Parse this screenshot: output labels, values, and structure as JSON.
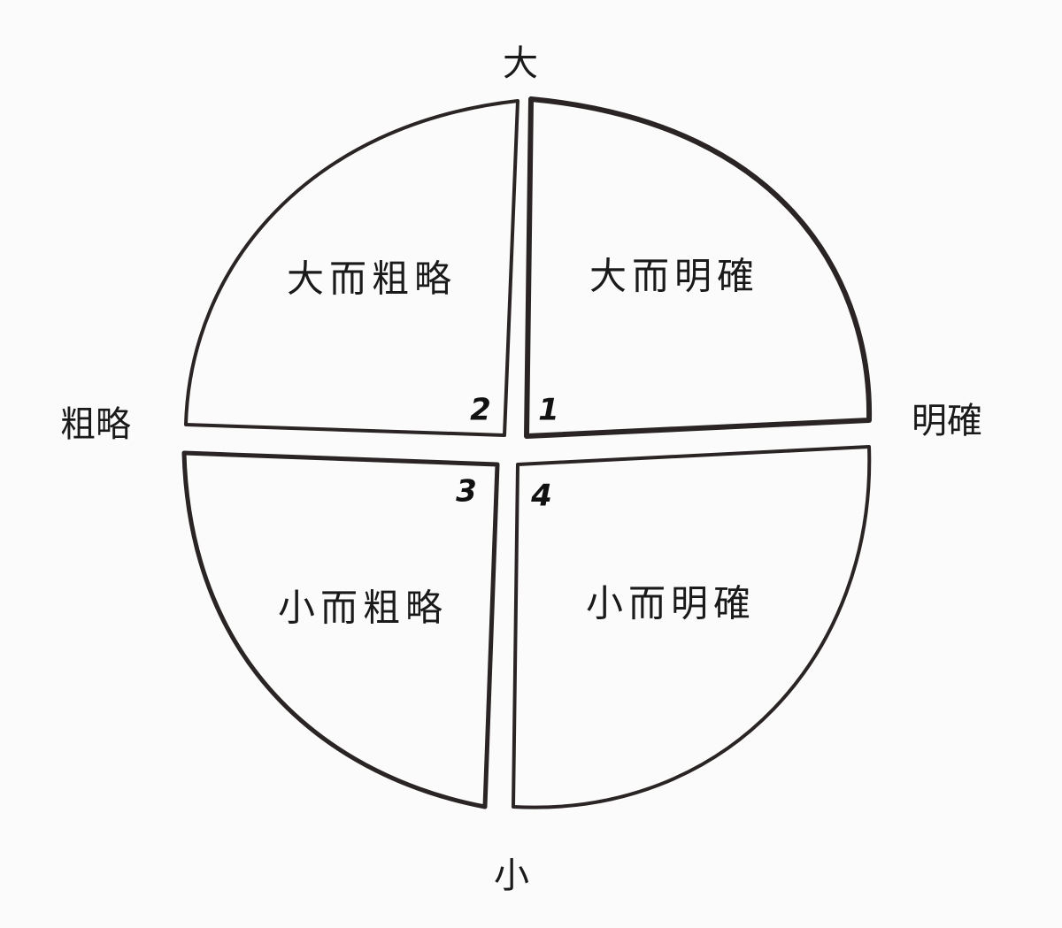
{
  "axes": {
    "top": "大",
    "bottom": "小",
    "left": "粗略",
    "right": "明確"
  },
  "quadrants": [
    {
      "number": "1",
      "label": "大而明確",
      "emphasized": true
    },
    {
      "number": "2",
      "label": "大而粗略",
      "emphasized": false
    },
    {
      "number": "3",
      "label": "小而粗略",
      "emphasized": false
    },
    {
      "number": "4",
      "label": "小而明確",
      "emphasized": false
    }
  ],
  "colors": {
    "stroke": "#2a2424",
    "background": "#fbfbfb"
  }
}
